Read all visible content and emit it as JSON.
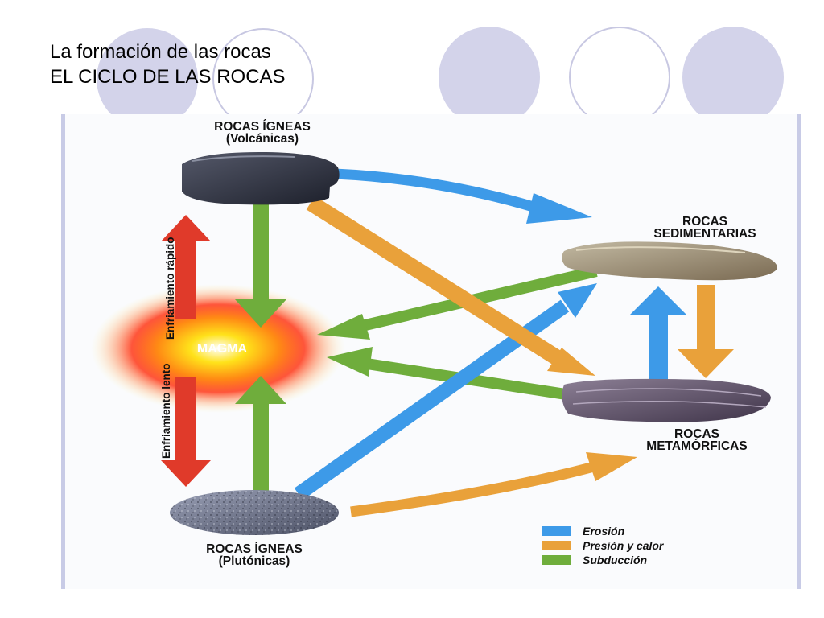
{
  "slide": {
    "title_line1": "La formación de las rocas",
    "title_line2": "EL CICLO DE LAS ROCAS"
  },
  "diagram": {
    "igneous_volcanic": {
      "line1": "ROCAS ÍGNEAS",
      "line2": "(Volcánicas)"
    },
    "sedimentary": {
      "line1": "ROCAS",
      "line2": "SEDIMENTARIAS"
    },
    "metamorphic": {
      "line1": "ROCAS",
      "line2": "METAMÓRFICAS"
    },
    "igneous_plutonic": {
      "line1": "ROCAS ÍGNEAS",
      "line2": "(Plutónicas)"
    },
    "magma": "MAGMA",
    "fast_cooling": "Enfriamiento rápido",
    "slow_cooling": "Enfriamiento lento",
    "legend": [
      {
        "label": "Erosión",
        "color": "#3d9ae8"
      },
      {
        "label": "Presión y calor",
        "color": "#e9a13a"
      },
      {
        "label": "Subducción",
        "color": "#6fad3c"
      }
    ]
  },
  "colors": {
    "deco_circle": "#d3d3ea",
    "cooling_arrow": "#e03a2a",
    "magma_glow": "#ffd400"
  }
}
